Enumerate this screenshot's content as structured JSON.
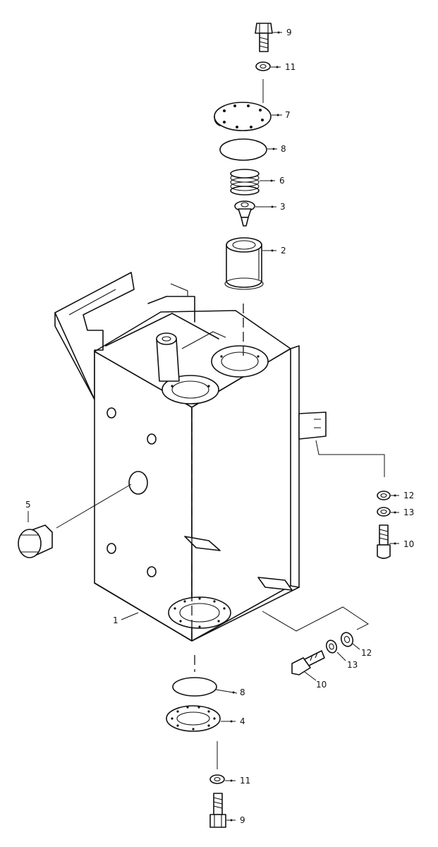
{
  "callouts": {
    "c9_top": "9",
    "c11_top": "11",
    "c7": "7",
    "c8_top": "8",
    "c6": "6",
    "c3": "3",
    "c2": "2",
    "c5": "5",
    "c12_right": "12",
    "c13_right": "13",
    "c10_right": "10",
    "c1": "1",
    "c12_bottom": "12",
    "c13_bottom": "13",
    "c10_bottom": "10",
    "c8_bottom": "8",
    "c4": "4",
    "c11_bottom": "11",
    "c9_bottom": "9"
  }
}
